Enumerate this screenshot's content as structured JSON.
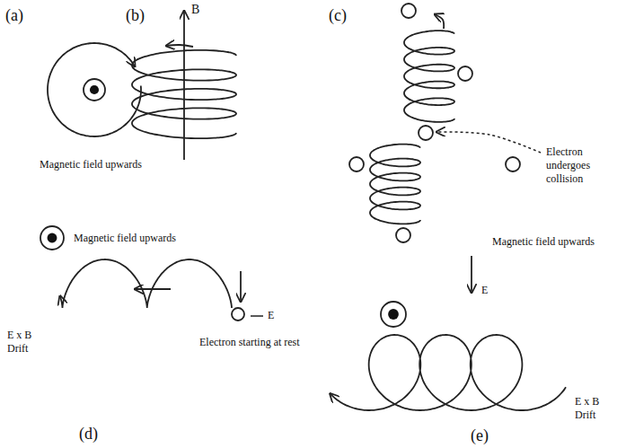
{
  "diagram": {
    "labels": [
      "(a)",
      "B",
      "(b)",
      "(c)",
      "Magnetic field upwards",
      "Electron undergoes collision",
      "Magnetic field upwards",
      "Magnetic field upwards",
      "E",
      "E x B Drift",
      "E",
      "Electron starting at rest",
      "E x B Drift",
      "(d)",
      "(e)"
    ]
  }
}
